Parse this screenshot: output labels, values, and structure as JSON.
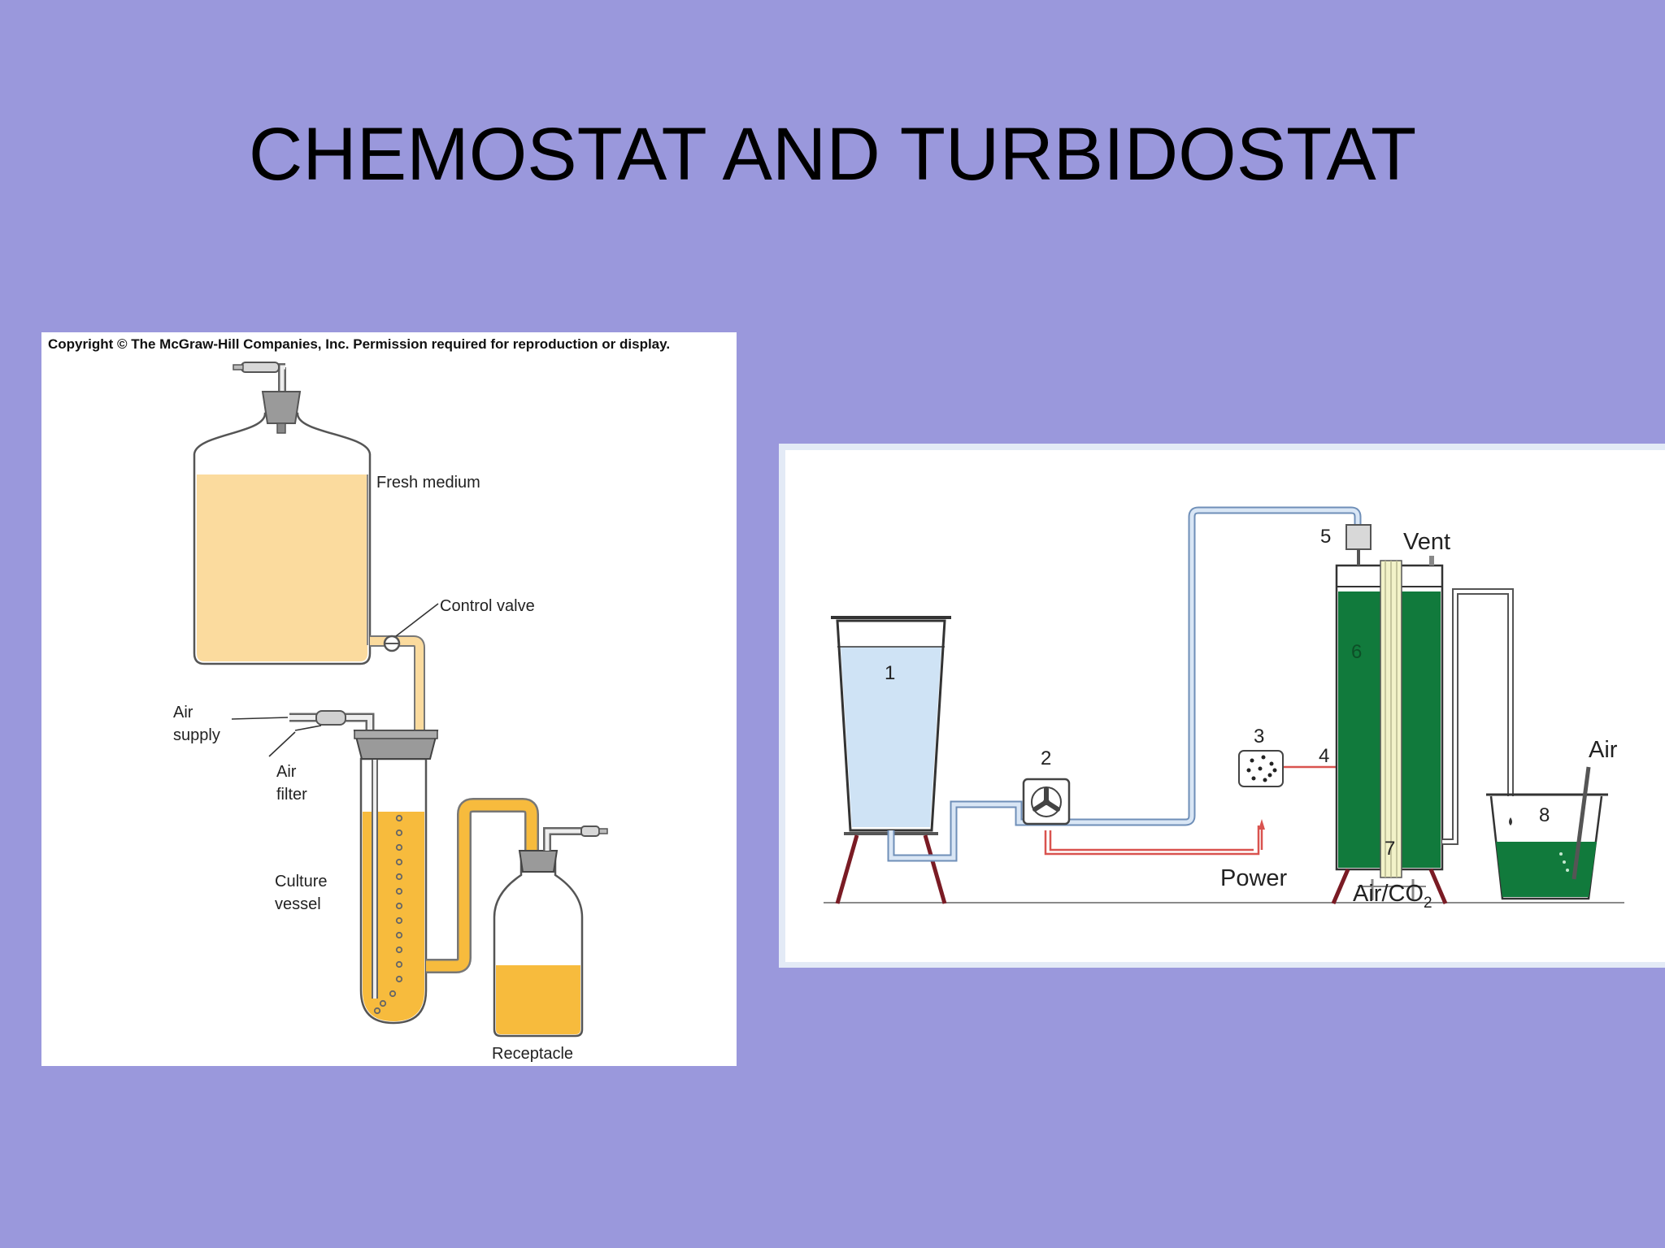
{
  "slide": {
    "title": "CHEMOSTAT AND TURBIDOSTAT"
  },
  "chemostat": {
    "copyright": "Copyright © The McGraw-Hill Companies, Inc. Permission required for reproduction or display.",
    "labels": {
      "fresh_medium": "Fresh medium",
      "control_valve": "Control valve",
      "air_supply_1": "Air",
      "air_supply_2": "supply",
      "air_filter_1": "Air",
      "air_filter_2": "filter",
      "culture_vessel_1": "Culture",
      "culture_vessel_2": "vessel",
      "receptacle": "Receptacle"
    },
    "colors": {
      "medium": "#fbdb9e",
      "culture": "#f7bb3d",
      "glass_outline": "#555555",
      "stopper": "#9a9a9a"
    }
  },
  "turbidostat": {
    "labels": {
      "n1": "1",
      "n2": "2",
      "n3": "3",
      "n4": "4",
      "n5": "5",
      "n6": "6",
      "n7": "7",
      "n8": "8",
      "vent": "Vent",
      "air": "Air",
      "power": "Power",
      "air_co2": "Air/CO",
      "co2_sub": "2"
    },
    "colors": {
      "reservoir_liquid": "#cfe3f5",
      "culture": "#117a3c",
      "tube_blue": "#a9c4e3",
      "tube_red": "#d9534f",
      "leg": "#7a1b24"
    }
  }
}
